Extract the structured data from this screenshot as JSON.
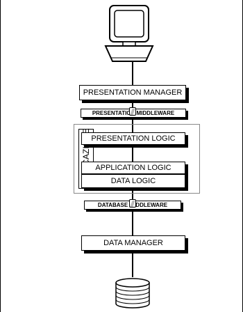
{
  "diagram": {
    "presentation_manager": "PRESENTATION MANAGER",
    "presentation_middleware": "PRESENTATION MIDDLEWARE",
    "application_group_label": "APPLICAZIONE",
    "presentation_logic": "PRESENTATION LOGIC",
    "application_logic": "APPLICATION LOGIC",
    "data_logic": "DATA LOGIC",
    "database_middleware": "DATABASE MIDDLEWARE",
    "data_manager": "DATA MANAGER"
  },
  "icons": {
    "client": "computer-terminal-icon",
    "storage": "database-disk-stack-icon"
  }
}
